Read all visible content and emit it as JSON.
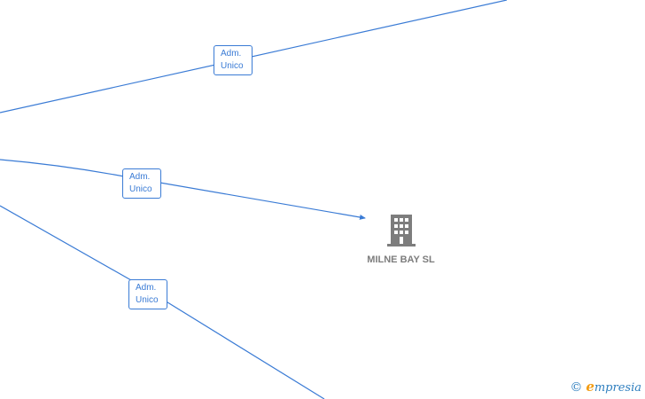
{
  "edges": [
    {
      "label_line1": "Adm.",
      "label_line2": "Unico"
    },
    {
      "label_line1": "Adm.",
      "label_line2": "Unico"
    },
    {
      "label_line1": "Adm.",
      "label_line2": "Unico"
    }
  ],
  "company": {
    "name": "MILNE BAY SL",
    "icon": "building-icon"
  },
  "watermark": {
    "symbol": "©",
    "brand_initial": "e",
    "brand_rest": "mpresia"
  },
  "colors": {
    "edge": "#3a7bd5",
    "node_text": "#7d7d7d",
    "icon": "#7d7d7d"
  }
}
